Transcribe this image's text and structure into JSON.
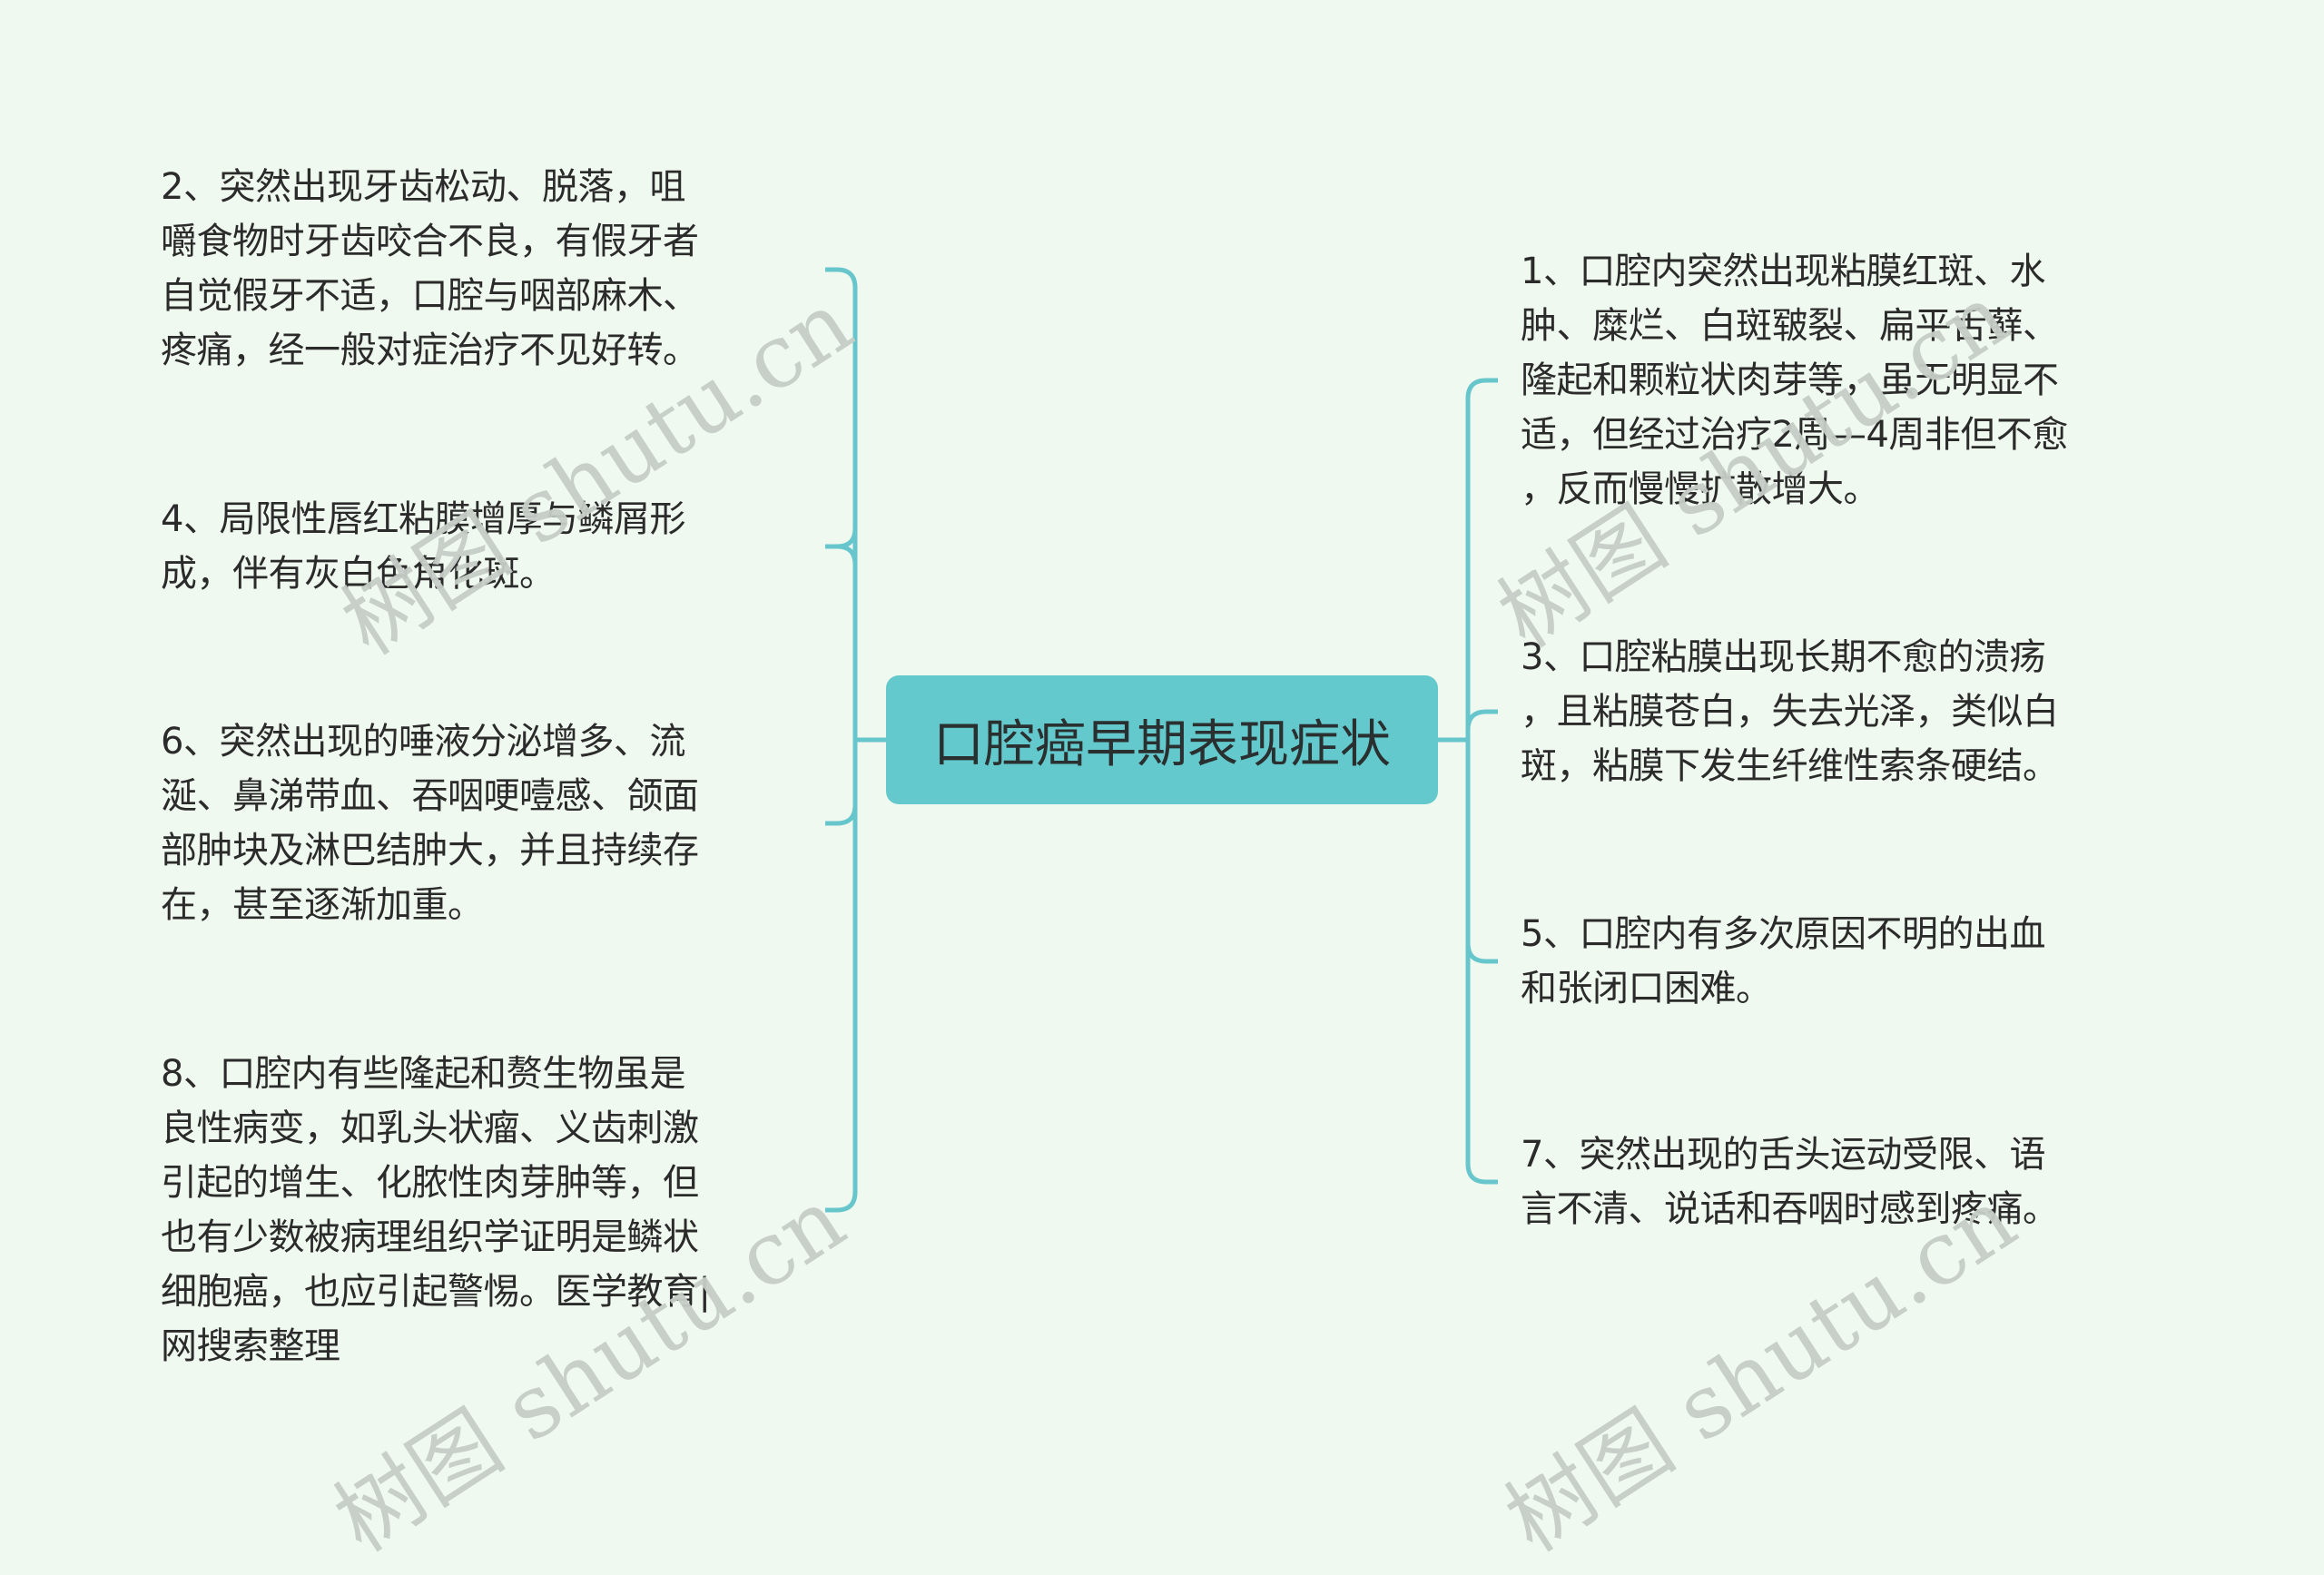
{
  "root": {
    "title": "口腔癌早期表现症状",
    "color": "#63c9cc"
  },
  "left_topics": [
    {
      "label": "2、突然出现牙齿松动、脱落，咀\n嚼食物时牙齿咬合不良，有假牙者\n自觉假牙不适，口腔与咽部麻木、\n疼痛，经一般对症治疗不见好转。"
    },
    {
      "label": "4、局限性唇红粘膜增厚与鳞屑形\n成，伴有灰白色角化斑。"
    },
    {
      "label": "6、突然出现的唾液分泌增多、流\n涎、鼻涕带血、吞咽哽噎感、颌面\n部肿块及淋巴结肿大，并且持续存\n在，甚至逐渐加重。"
    },
    {
      "label": "8、口腔内有些隆起和赘生物虽是\n良性病变，如乳头状瘤、义齿刺激\n引起的增生、化脓性肉芽肿等，但\n也有少数被病理组织学证明是鳞状\n细胞癌，也应引起警惕。医学教育|\n网搜索整理"
    }
  ],
  "right_topics": [
    {
      "label": "1、口腔内突然出现粘膜红斑、水\n肿、糜烂、白斑皲裂、扁平舌藓、\n隆起和颗粒状肉芽等，虽无明显不\n适，但经过治疗2周—4周非但不愈\n，反而慢慢扩散增大。"
    },
    {
      "label": "3、口腔粘膜出现长期不愈的溃疡\n，且粘膜苍白，失去光泽，类似白\n斑，粘膜下发生纤维性索条硬结。"
    },
    {
      "label": "5、口腔内有多次原因不明的出血\n和张闭口困难。"
    },
    {
      "label": "7、突然出现的舌头运动受限、语\n言不清、说话和吞咽时感到疼痛。"
    }
  ],
  "connector_color": "#67c6cc",
  "watermark": {
    "text": "树图 shutu.cn",
    "color": "#c6cdc6"
  }
}
